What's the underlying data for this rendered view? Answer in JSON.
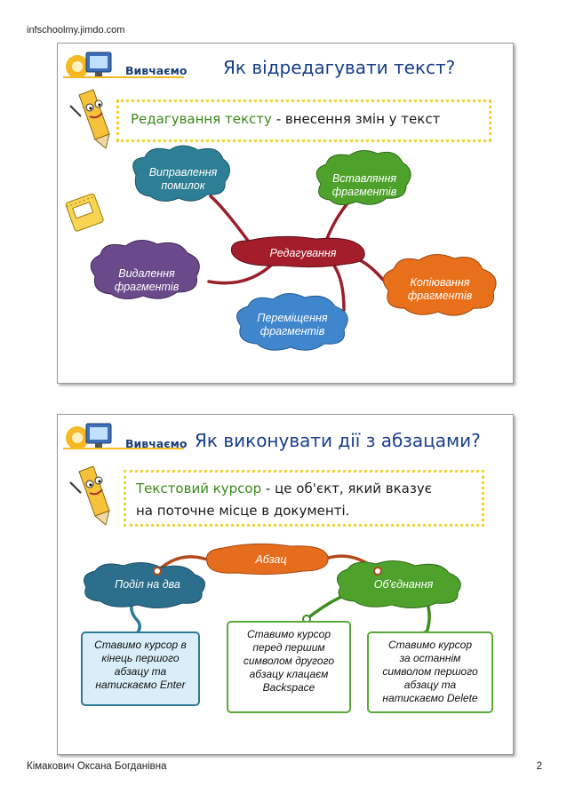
{
  "header": {
    "site": "infschoolmy.jimdo.com"
  },
  "footer": {
    "author": "Кімакович Оксана Богданівна",
    "page_number": "2"
  },
  "slide1": {
    "badge": "Вивчаємо",
    "title": "Як відредагувати текст?",
    "definition": {
      "term": "Редагування тексту",
      "rest": " - внесення змін у текст"
    },
    "center": "Редагування",
    "clouds": {
      "errors": [
        "Виправлення",
        "помилок"
      ],
      "insert": [
        "Вставляння",
        "фрагментів"
      ],
      "delete": [
        "Видалення",
        "фрагментів"
      ],
      "copy": [
        "Копіювання",
        "фрагментів"
      ],
      "move": [
        "Переміщення",
        "фрагментів"
      ]
    }
  },
  "slide2": {
    "badge": "Вивчаємо",
    "title": "Як виконувати дії з абзацами?",
    "definition": {
      "term": "Текстовий курсор",
      "rest": " - це об'єкт, який вказує",
      "line2": "на поточне місце в документі."
    },
    "center": "Абзац",
    "left_cloud": "Поділ на два",
    "right_cloud": "Об'єднання",
    "boxes": {
      "split": [
        "Ставимо курсор в",
        "кінець першого",
        "абзацу та",
        "натискаємо Enter"
      ],
      "backspace": [
        "Ставимо курсор",
        "перед першим",
        "символом другого",
        "абзацу клацаєм",
        "Backspace"
      ],
      "delete": [
        "Ставимо курсор",
        "за останнім",
        "символом першого",
        "абзацу та",
        "натискаємо Delete"
      ]
    }
  },
  "colors": {
    "title": "#173e8c",
    "term": "#3a8a1b",
    "dotted_border": "#f2d12e",
    "cloud_teal": "#2d7f95",
    "cloud_green": "#4ea22c",
    "cloud_purple": "#6b4a8c",
    "cloud_orange": "#e8701a",
    "cloud_blue": "#3f86cc",
    "cloud_red": "#a31d2a"
  }
}
